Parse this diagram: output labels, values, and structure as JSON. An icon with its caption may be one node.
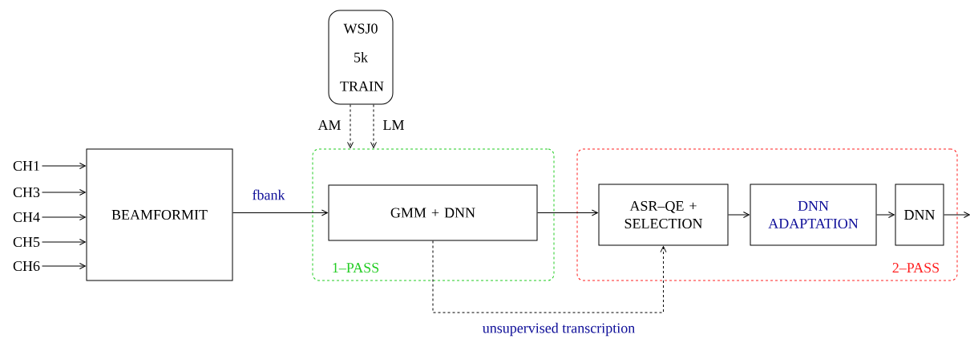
{
  "diagram": {
    "nodes": [
      {
        "text": [
          "CH1"
        ]
      },
      {
        "text": [
          "CH3"
        ]
      },
      {
        "text": [
          "CH4"
        ]
      },
      {
        "text": [
          "CH5"
        ]
      },
      {
        "text": [
          "CH6"
        ]
      },
      {
        "text": [
          "BEAMFORMIT"
        ]
      },
      {
        "text": [
          "WSJ0 5k TRAIN"
        ]
      },
      {
        "text": [
          "1–PASS"
        ]
      },
      {
        "text": [
          "GMM + DNN"
        ],
        "in": 7
      },
      {
        "text": [
          "2–PASS"
        ]
      },
      {
        "text": [
          "ASR–QE + SELECTION"
        ],
        "in": 9
      },
      {
        "text": [
          "DNN ADAPTATION"
        ],
        "in": 9
      },
      {
        "text": [
          "DNN"
        ],
        "in": 9
      }
    ],
    "edges": [
      {
        "from": 0,
        "to": 5,
        "arrow": "to"
      },
      {
        "from": 1,
        "to": 5,
        "arrow": "to"
      },
      {
        "from": 2,
        "to": 5,
        "arrow": "to"
      },
      {
        "from": 3,
        "to": 5,
        "arrow": "to"
      },
      {
        "from": 4,
        "to": 5,
        "arrow": "to"
      },
      {
        "from": 5,
        "to": 8,
        "arrow": "to",
        "label": "fbank"
      },
      {
        "from": 6,
        "to": 7,
        "arrow": "to",
        "label": "AM",
        "style": "dashed"
      },
      {
        "from": 6,
        "to": 7,
        "arrow": "to",
        "label": "LM",
        "style": "dashed"
      },
      {
        "from": 8,
        "to": 10,
        "arrow": "to"
      },
      {
        "from": 10,
        "to": 11,
        "arrow": "to"
      },
      {
        "from": 11,
        "to": 12,
        "arrow": "to"
      },
      {
        "from": 12,
        "to": null,
        "arrow": "to"
      },
      {
        "from": 8,
        "to": 10,
        "arrow": "to",
        "label": "unsupervised transcription",
        "style": "dashed"
      }
    ]
  }
}
